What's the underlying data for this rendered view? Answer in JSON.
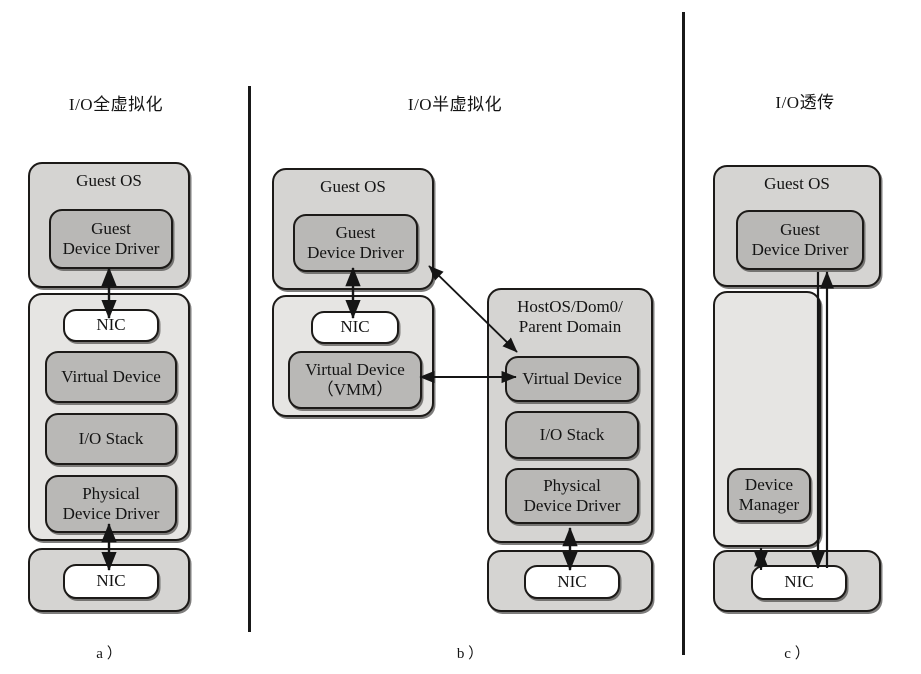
{
  "figure": {
    "kind": "three-panel I/O virtualization architecture diagram",
    "background_color": "#ffffff",
    "line_color": "#191919",
    "fill_shell": "#d5d4d2",
    "fill_shell_light": "#e6e5e3",
    "fill_inner": "#b9b8b6",
    "fill_white": "#ffffff"
  },
  "panels": [
    {
      "id": "a",
      "title": "I/O全虚拟化",
      "caption": "a ）",
      "boxes": {
        "guest_os": "Guest OS",
        "guest_device_driver": "Guest\nDevice Driver",
        "nic_top": "NIC",
        "virtual_device": "Virtual Device",
        "io_stack": "I/O Stack",
        "physical_device_driver": "Physical\nDevice Driver",
        "nic_bottom": "NIC"
      }
    },
    {
      "id": "b",
      "title": "I/O半虚拟化",
      "caption": "b ）",
      "boxes": {
        "guest_os": "Guest OS",
        "guest_device_driver": "Guest\nDevice Driver",
        "nic_top": "NIC",
        "virtual_device_vmm": "Virtual Device\n（VMM）",
        "host_domain": "HostOS/Dom0/\nParent Domain",
        "virtual_device": "Virtual Device",
        "io_stack": "I/O Stack",
        "physical_device_driver": "Physical\nDevice Driver",
        "nic_bottom": "NIC"
      }
    },
    {
      "id": "c",
      "title": "I/O透传",
      "caption": "c ）",
      "boxes": {
        "guest_os": "Guest OS",
        "guest_device_driver": "Guest\nDevice Driver",
        "vmm_layer": "",
        "device_manager": "Device\nManager",
        "nic_bottom": "NIC"
      }
    }
  ],
  "arrows": [
    {
      "name": "a-driver-to-nic",
      "type": "double-vertical"
    },
    {
      "name": "a-physical-driver-to-nic",
      "type": "double-vertical"
    },
    {
      "name": "b-driver-to-nic",
      "type": "double-vertical"
    },
    {
      "name": "b-driver-to-host-virtual-device",
      "type": "double-diagonal"
    },
    {
      "name": "b-vmm-virtual-device-to-host-virtual-device",
      "type": "double-horizontal"
    },
    {
      "name": "b-physical-driver-to-nic",
      "type": "double-vertical"
    },
    {
      "name": "c-device-manager-to-nic",
      "type": "double-vertical"
    },
    {
      "name": "c-nic-to-guest-device-driver",
      "type": "double-vertical-long"
    }
  ]
}
